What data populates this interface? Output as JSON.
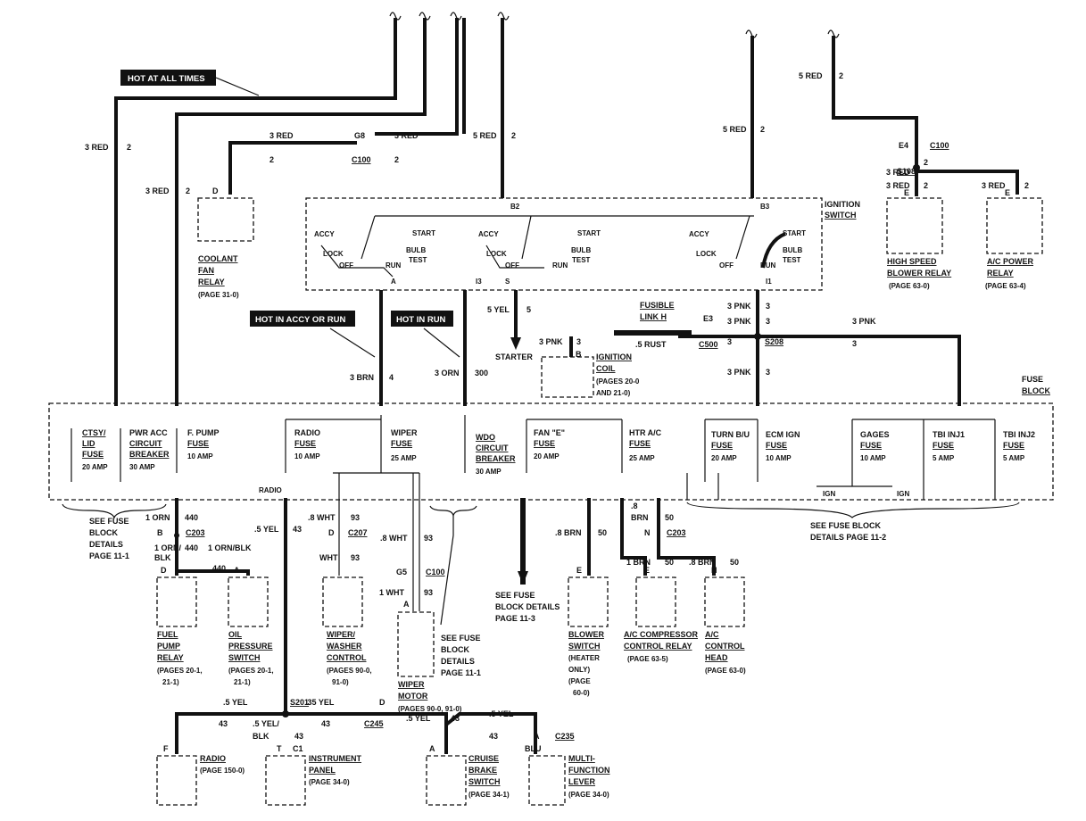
{
  "banners": {
    "hot_all_times": "HOT AT ALL TIMES",
    "hot_accy_run": "HOT IN ACCY OR RUN",
    "hot_run": "HOT IN RUN"
  },
  "ignition": {
    "title_1": "IGNITION",
    "title_2": "SWITCH",
    "accy": "ACCY",
    "lock": "LOCK",
    "off": "OFF",
    "run": "RUN",
    "start": "START",
    "bulb": "BULB",
    "test": "TEST",
    "b2": "B2",
    "b3": "B3",
    "a": "A",
    "i3": "I3",
    "s": "S",
    "i1": "I1"
  },
  "fuse_block": {
    "title_1": "FUSE",
    "title_2": "BLOCK",
    "ctsy_1": "CTSY/",
    "ctsy_2": "LID",
    "ctsy_3": "FUSE",
    "ctsy_4": "20 AMP",
    "pwr_1": "PWR ACC",
    "pwr_2": "CIRCUIT",
    "pwr_3": "BREAKER",
    "pwr_4": "30 AMP",
    "fpump_1": "F. PUMP",
    "fpump_2": "FUSE",
    "fpump_3": "10 AMP",
    "radio_1": "RADIO",
    "radio_2": "FUSE",
    "radio_3": "10 AMP",
    "radio_tag": "RADIO",
    "wiper_1": "WIPER",
    "wiper_2": "FUSE",
    "wiper_3": "25 AMP",
    "wdo_1": "WDO",
    "wdo_2": "CIRCUIT",
    "wdo_3": "BREAKER",
    "wdo_4": "30 AMP",
    "fane_1": "FAN \"E\"",
    "fane_2": "FUSE",
    "fane_3": "20 AMP",
    "htr_1": "HTR A/C",
    "htr_2": "FUSE",
    "htr_3": "25 AMP",
    "turn_1": "TURN B/U",
    "turn_2": "FUSE",
    "turn_3": "20 AMP",
    "ecm_1": "ECM IGN",
    "ecm_2": "FUSE",
    "ecm_3": "10 AMP",
    "gages_1": "GAGES",
    "gages_2": "FUSE",
    "gages_3": "10 AMP",
    "tbi1_1": "TBI INJ1",
    "tbi1_2": "FUSE",
    "tbi1_3": "5 AMP",
    "tbi2_1": "TBI INJ2",
    "tbi2_2": "FUSE",
    "tbi2_3": "5 AMP",
    "ign": "IGN"
  },
  "components": {
    "coolant": [
      "COOLANT",
      "FAN",
      "RELAY",
      "(PAGE 31-0)"
    ],
    "hsbr": [
      "HIGH SPEED",
      "BLOWER RELAY",
      "(PAGE 63-0)"
    ],
    "acpower": [
      "A/C POWER",
      "RELAY",
      "(PAGE 63-4)"
    ],
    "igncoil": [
      "IGNITION",
      "COIL",
      "(PAGES 20-0",
      "AND 21-0)"
    ],
    "starter": "STARTER",
    "fusible": [
      "FUSIBLE",
      "LINK H"
    ],
    "fuelpump": [
      "FUEL",
      "PUMP",
      "RELAY",
      "(PAGES 20-1,",
      "21-1)"
    ],
    "oilpress": [
      "OIL",
      "PRESSURE",
      "SWITCH",
      "(PAGES 20-1,",
      "21-1)"
    ],
    "wiperwasher": [
      "WIPER/",
      "WASHER",
      "CONTROL",
      "(PAGES 90-0,",
      "91-0)"
    ],
    "wipermotor": [
      "WIPER",
      "MOTOR",
      "(PAGES 90-0, 91-0)"
    ],
    "blower": [
      "BLOWER",
      "SWITCH",
      "(HEATER",
      "ONLY)",
      "(PAGE",
      "60-0)"
    ],
    "accomp": [
      "A/C COMPRESSOR",
      "CONTROL RELAY",
      "(PAGE 63-5)"
    ],
    "acctrl": [
      "A/C",
      "CONTROL",
      "HEAD",
      "(PAGE 63-0)"
    ],
    "radio": [
      "RADIO",
      "(PAGE 150-0)"
    ],
    "instr": [
      "INSTRUMENT",
      "PANEL",
      "(PAGE 34-0)"
    ],
    "cruise": [
      "CRUISE",
      "BRAKE",
      "SWITCH",
      "(PAGE 34-1)"
    ],
    "multi": [
      "MULTI-",
      "FUNCTION",
      "LEVER",
      "(PAGE 34-0)"
    ]
  },
  "notes": {
    "see_fuse_1": [
      "SEE FUSE",
      "BLOCK",
      "DETAILS",
      "PAGE 11-1"
    ],
    "see_fuse_2": [
      "SEE FUSE",
      "BLOCK",
      "DETAILS",
      "PAGE 11-1"
    ],
    "see_fuse_3": [
      "SEE FUSE",
      "BLOCK DETAILS",
      "PAGE 11-3"
    ],
    "see_fuse_4": [
      "SEE FUSE BLOCK",
      "DETAILS PAGE 11-2"
    ]
  },
  "wires": {
    "red3": "3 RED",
    "two": "2",
    "red5": "5 RED",
    "yel5": "5 YEL",
    "five": "5",
    "brn3": "3 BRN",
    "four": "4",
    "orn3": "3 ORN",
    "n300": "300",
    "pnk3": "3 PNK",
    "three": "3",
    "rust": ".5 RUST",
    "orn1": "1 ORN",
    "n440": "440",
    "ornblk": "1 ORN/",
    "blk": "BLK",
    "ornblk2": "1 ORN/BLK",
    "yel05": ".5 YEL",
    "n43": "43",
    "yel035": ".35 YEL",
    "yelblk": ".5 YEL/",
    "wht08": ".8 WHT",
    "n93": "93",
    "wht": "WHT",
    "wht1": "1 WHT",
    "brn08": ".8 BRN",
    "n50": "50",
    "brn8": ".8",
    "brn": "BRN",
    "brn1": "1 BRN"
  },
  "connectors": {
    "g8": "G8",
    "c100": "C100",
    "e4": "E4",
    "s108": "S108",
    "e3": "E3",
    "c500": "C500",
    "s208": "S208",
    "c203": "C203",
    "c207": "C207",
    "g5": "G5",
    "s201": "S201",
    "c245": "C245",
    "c1": "C1",
    "c235": "C235",
    "d": "D",
    "e": "E",
    "b": "B",
    "a": "A",
    "f": "F",
    "t": "T",
    "n": "N",
    "blu": "BLU",
    "i": "T"
  }
}
